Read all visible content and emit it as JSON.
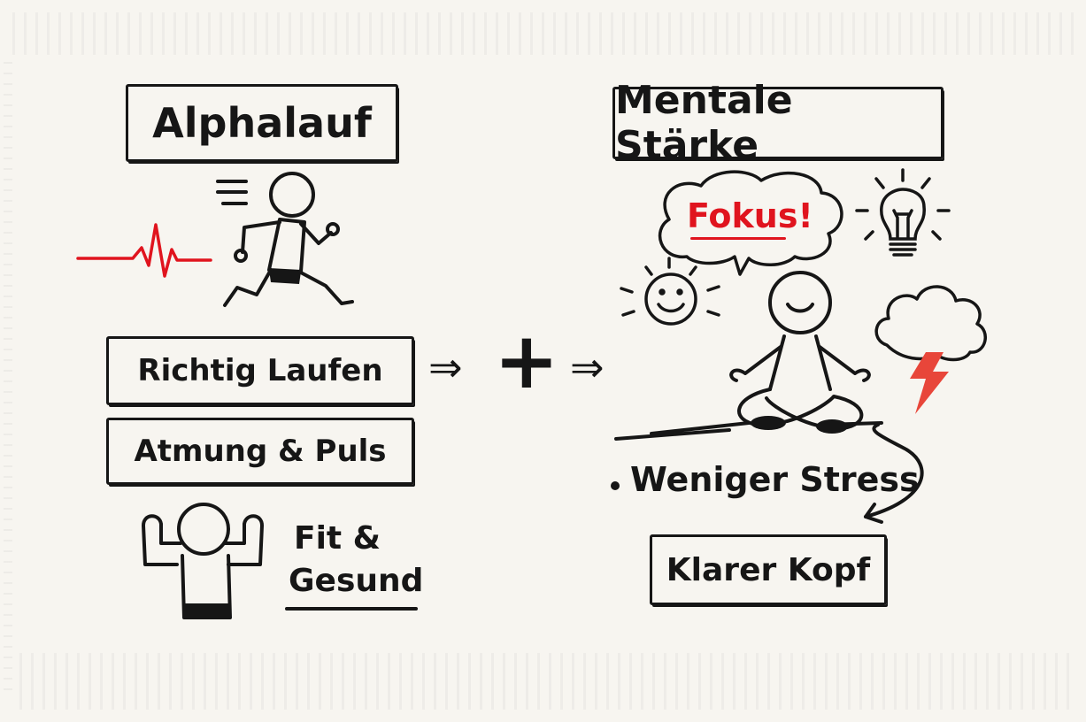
{
  "left_column": {
    "title": "Alphalauf",
    "items": [
      "Richtig Laufen",
      "Atmung & Puls"
    ],
    "fit_label_line1": "Fit &",
    "fit_label_line2": "Gesund"
  },
  "connector": {
    "arrow_left": "⇒",
    "plus": "+",
    "arrow_right": "⇒"
  },
  "right_column": {
    "title": "Mentale Stärke",
    "speech_bubble": "Fokus!",
    "bullet": "Weniger Stress",
    "result": "Klarer Kopf"
  },
  "icons": [
    "heartbeat-icon",
    "runner-icon",
    "flexing-figure-icon",
    "sun-smiley-icon",
    "lightbulb-icon",
    "storm-cloud-icon",
    "lightning-icon",
    "meditating-figure-icon",
    "curved-arrow-icon"
  ],
  "colors": {
    "ink": "#161616",
    "accent_red": "#e0141e",
    "lightning_red": "#e8463a",
    "paper": "#f7f5f0"
  }
}
